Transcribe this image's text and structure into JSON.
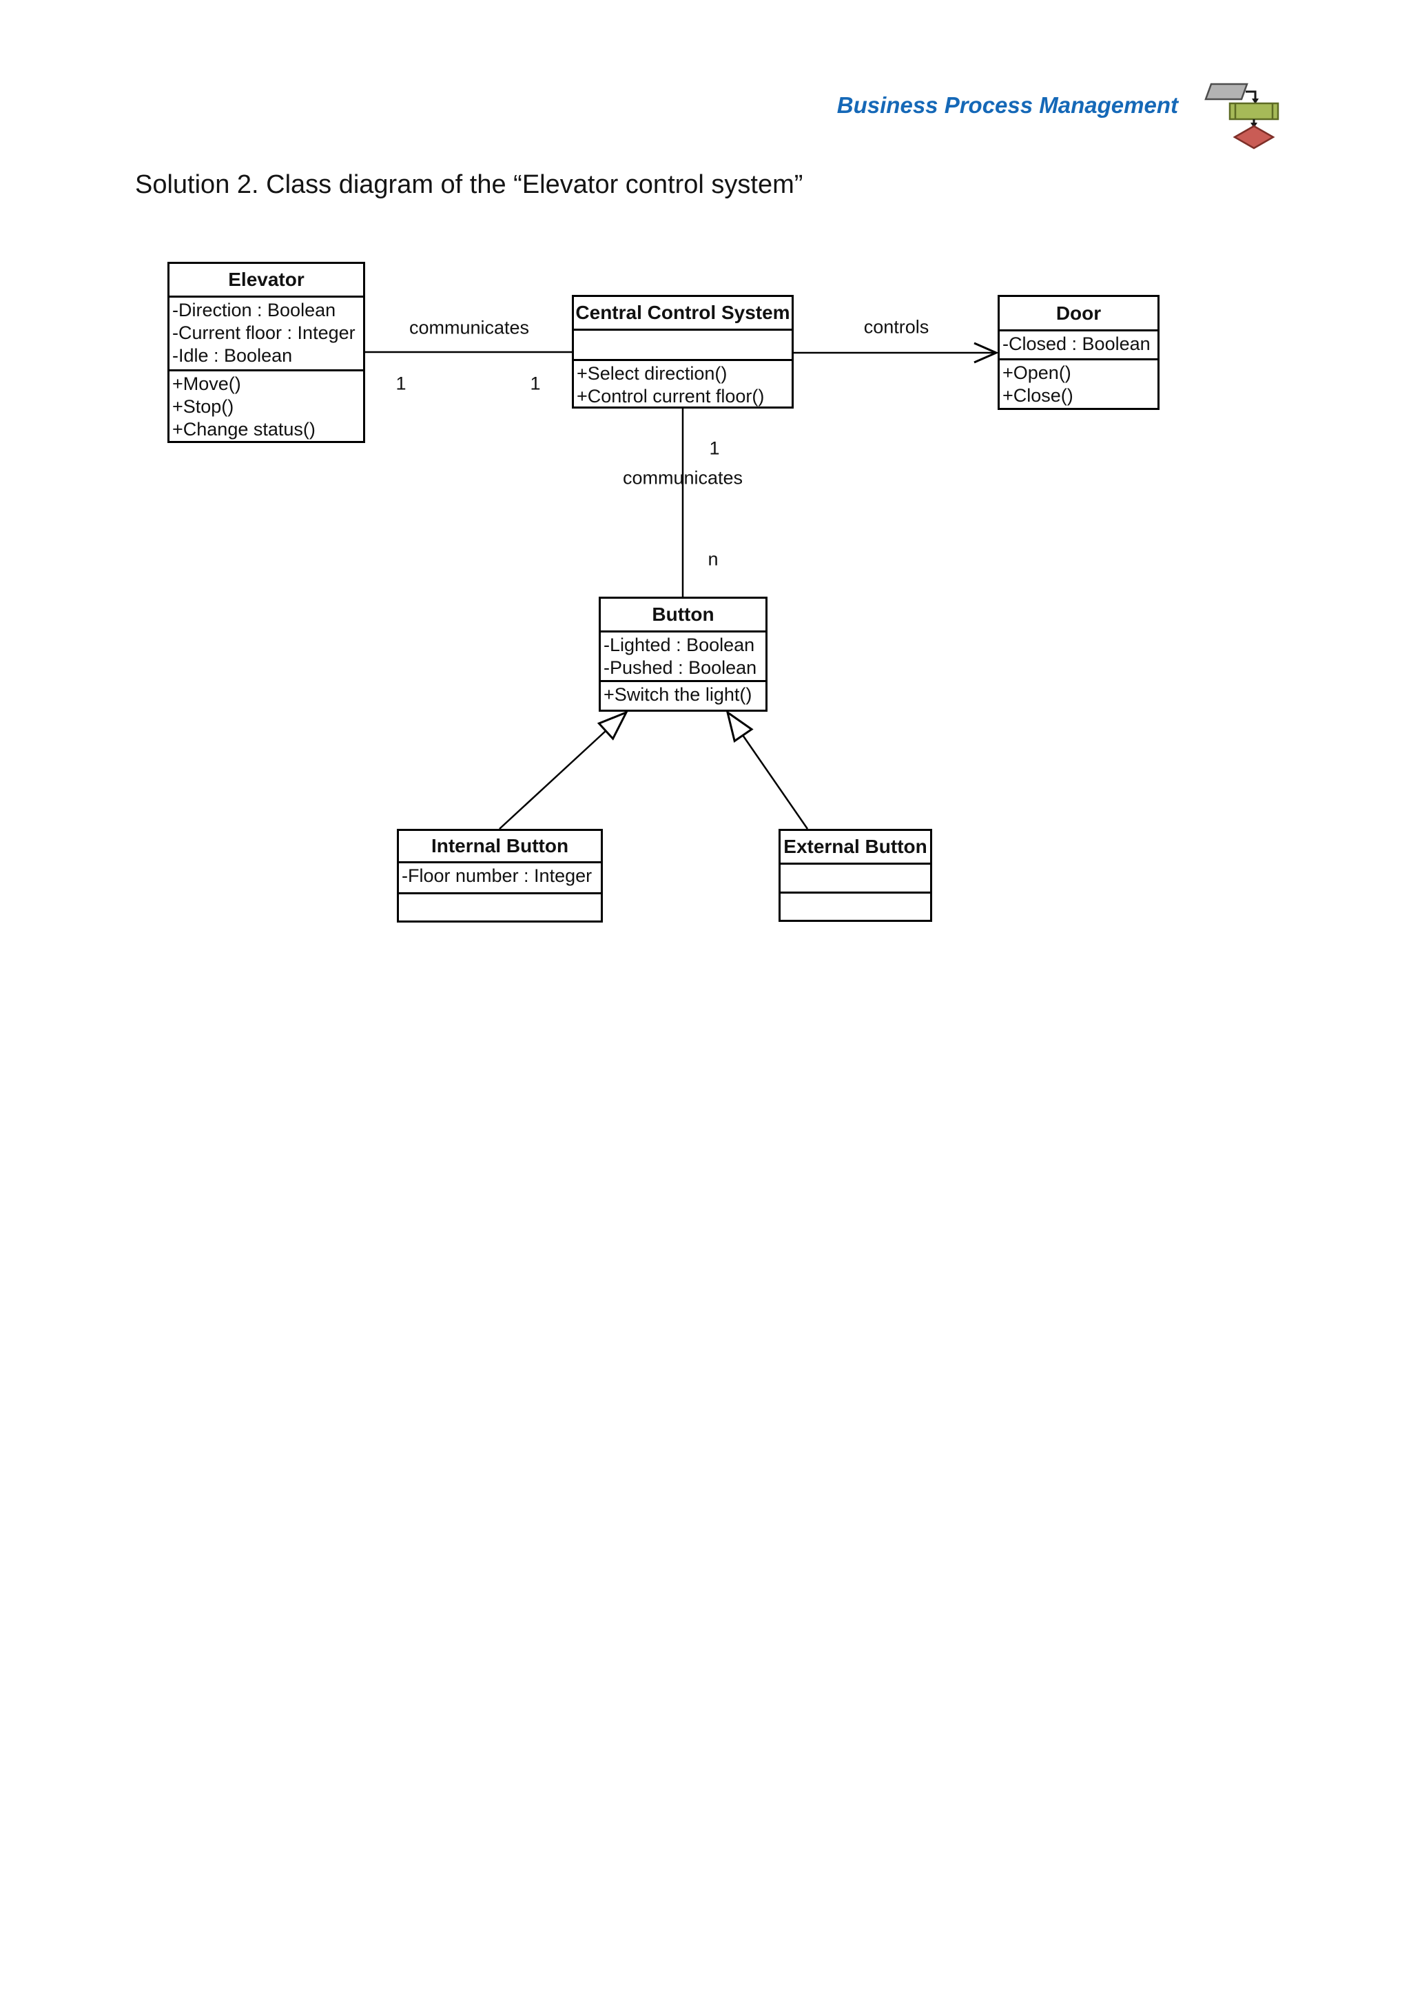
{
  "page": {
    "brand": "Business Process Management",
    "title": "Solution 2. Class diagram of the “Elevator control system”"
  },
  "logo": {
    "description": "bpm-flowchart-logo",
    "colors": {
      "parallelogram_fill": "#b3b3b3",
      "parallelogram_stroke": "#4d4d4d",
      "task_fill": "#a6ba58",
      "task_stroke": "#5d6b24",
      "gateway_fill": "#c95c55",
      "gateway_stroke": "#7e2f28",
      "connector": "#1a1a1a"
    }
  },
  "colors": {
    "brand_blue": "#1568b7",
    "diagram_line": "#000000",
    "paper": "#ffffff"
  },
  "diagram": {
    "classes": {
      "elevator": {
        "name": "Elevator",
        "attributes": [
          "-Direction : Boolean",
          "-Current floor : Integer",
          "-Idle : Boolean"
        ],
        "methods": [
          "+Move()",
          "+Stop()",
          "+Change status()"
        ]
      },
      "central_control_system": {
        "name": "Central Control System",
        "attributes": [],
        "methods": [
          "+Select direction()",
          "+Control current floor()"
        ]
      },
      "door": {
        "name": "Door",
        "attributes": [
          "-Closed : Boolean"
        ],
        "methods": [
          "+Open()",
          "+Close()"
        ]
      },
      "button": {
        "name": "Button",
        "attributes": [
          "-Lighted : Boolean",
          "-Pushed : Boolean"
        ],
        "methods": [
          "+Switch the light()"
        ]
      },
      "internal_button": {
        "name": "Internal Button",
        "attributes": [
          "-Floor number : Integer"
        ],
        "methods": []
      },
      "external_button": {
        "name": "External Button",
        "attributes": [],
        "methods": []
      }
    },
    "associations": {
      "elevator_ccs": {
        "label": "communicates",
        "source_multiplicity": "1",
        "target_multiplicity": "1"
      },
      "ccs_door": {
        "label": "controls"
      },
      "ccs_button": {
        "label": "communicates",
        "source_multiplicity": "1",
        "target_multiplicity": "n"
      }
    },
    "generalizations": [
      {
        "from": "Internal Button",
        "to": "Button"
      },
      {
        "from": "External Button",
        "to": "Button"
      }
    ]
  }
}
